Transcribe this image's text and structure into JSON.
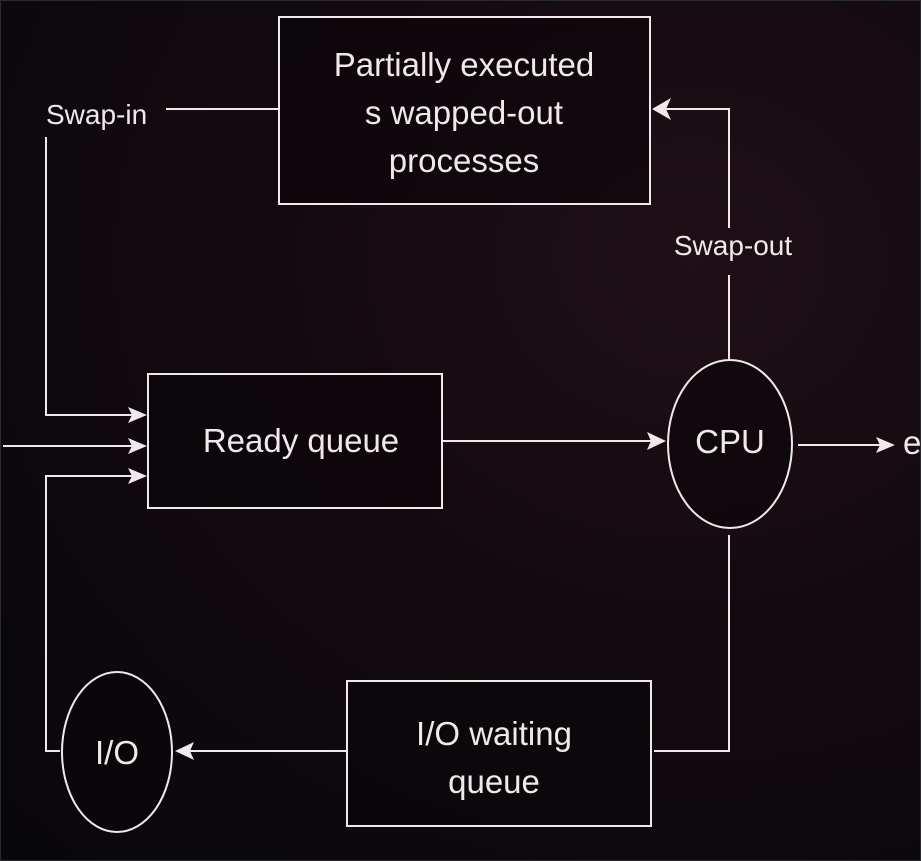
{
  "diagram": {
    "title": "Process scheduling with swapping (queueing diagram)",
    "nodes": {
      "swapped_out": {
        "lines": [
          "Partially executed",
          "s wapped-out",
          "processes"
        ]
      },
      "ready_queue": {
        "label": "Ready queue"
      },
      "cpu": {
        "label": "CPU"
      },
      "io": {
        "label": "I/O"
      },
      "io_waiting": {
        "lines": [
          "I/O waiting",
          "queue"
        ]
      }
    },
    "edge_labels": {
      "swap_in": "Swap-in",
      "swap_out": "Swap-out",
      "exit": "e"
    },
    "edges": [
      {
        "from": "swapped_out",
        "to": "ready_queue",
        "label": "Swap-in"
      },
      {
        "from": "external",
        "to": "ready_queue",
        "label": ""
      },
      {
        "from": "io",
        "to": "ready_queue",
        "label": ""
      },
      {
        "from": "ready_queue",
        "to": "cpu",
        "label": ""
      },
      {
        "from": "cpu",
        "to": "swapped_out",
        "label": "Swap-out"
      },
      {
        "from": "cpu",
        "to": "exit",
        "label": "e"
      },
      {
        "from": "cpu",
        "to": "io_waiting",
        "label": ""
      },
      {
        "from": "io_waiting",
        "to": "io",
        "label": ""
      }
    ]
  }
}
